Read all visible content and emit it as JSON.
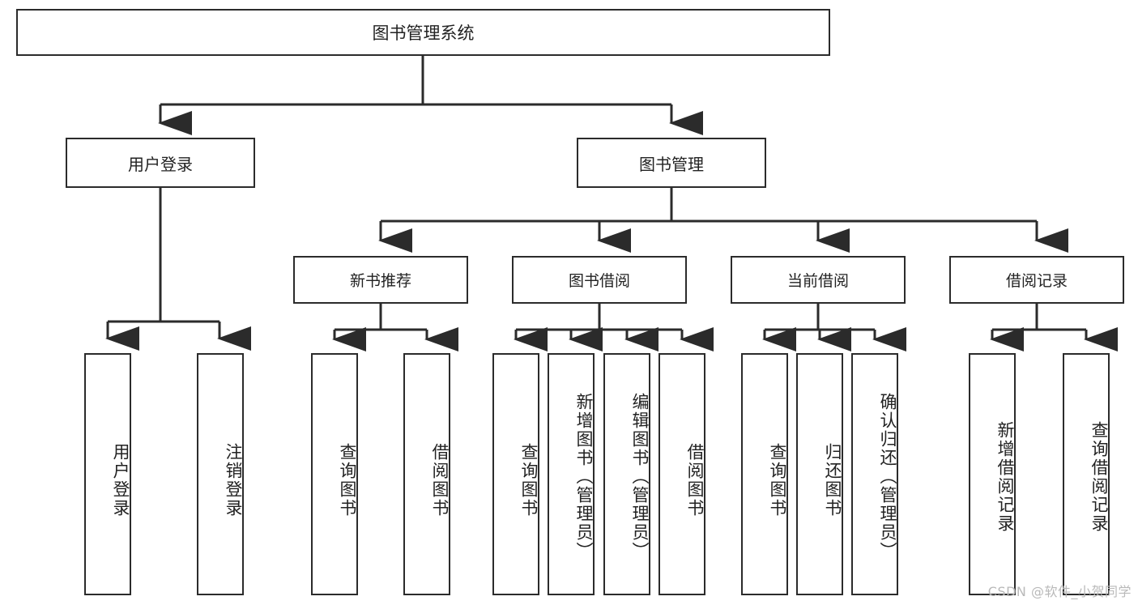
{
  "diagram": {
    "type": "tree-hierarchy",
    "title": "图书管理系统",
    "root": {
      "label": "图书管理系统"
    },
    "level2": [
      {
        "label": "用户登录"
      },
      {
        "label": "图书管理"
      }
    ],
    "level3": [
      {
        "label": "新书推荐"
      },
      {
        "label": "图书借阅"
      },
      {
        "label": "当前借阅"
      },
      {
        "label": "借阅记录"
      }
    ],
    "leaves": {
      "user_login": [
        {
          "label": "用户登录"
        },
        {
          "label": "注销登录"
        }
      ],
      "new_book_recommend": [
        {
          "label": "查询图书"
        },
        {
          "label": "借阅图书"
        }
      ],
      "book_borrow": [
        {
          "label": "查询图书"
        },
        {
          "label": "新增图书（管理员）"
        },
        {
          "label": "编辑图书（管理员）"
        },
        {
          "label": "借阅图书"
        }
      ],
      "current_borrow": [
        {
          "label": "查询图书"
        },
        {
          "label": "归还图书"
        },
        {
          "label": "确认归还（管理员）"
        }
      ],
      "borrow_record": [
        {
          "label": "新增借阅记录"
        },
        {
          "label": "查询借阅记录"
        }
      ]
    }
  },
  "watermark": {
    "text": "CSDN @软件_小贺同学"
  },
  "colors": {
    "stroke": "#2b2b2b",
    "fill": "#ffffff",
    "text": "#222222",
    "watermark": "#b9b9b9"
  }
}
